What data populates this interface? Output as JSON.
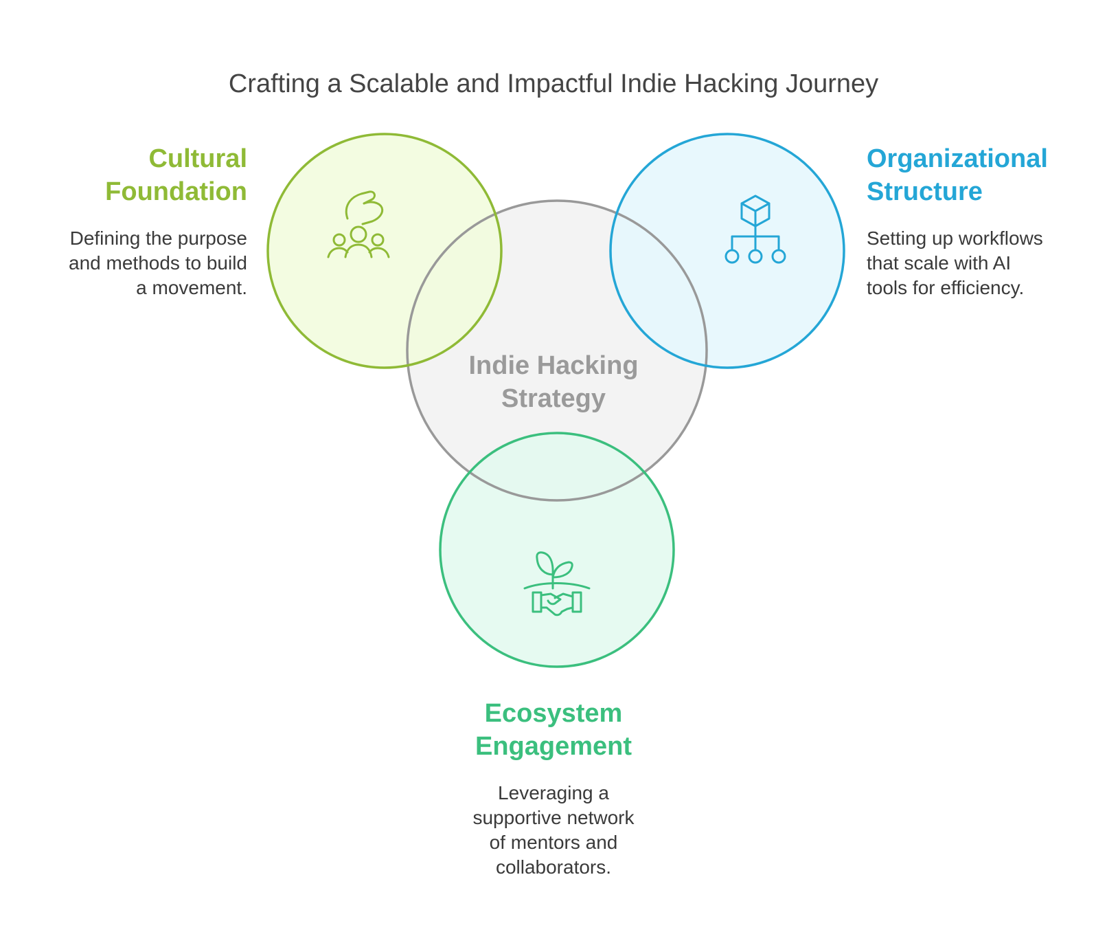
{
  "title": "Crafting a Scalable and Impactful Indie Hacking Journey",
  "center": {
    "label": "Indie Hacking Strategy",
    "line1": "Indie Hacking",
    "line2": "Strategy",
    "stroke": "#999999",
    "fill": "#f3f3f3"
  },
  "nodes": [
    {
      "id": "cultural",
      "heading_line1": "Cultural",
      "heading_line2": "Foundation",
      "desc_line1": "Defining the purpose",
      "desc_line2": "and methods to build",
      "desc_line3": "a movement.",
      "icon": "community-hand-icon",
      "color": "#8fba36",
      "fill": "#f1fbdc"
    },
    {
      "id": "organizational",
      "heading_line1": "Organizational",
      "heading_line2": "Structure",
      "desc_line1": "Setting up workflows",
      "desc_line2": "that scale with AI",
      "desc_line3": "tools for efficiency.",
      "icon": "hierarchy-cube-icon",
      "color": "#24a6d6",
      "fill": "#e4f7fd"
    },
    {
      "id": "ecosystem",
      "heading_line1": "Ecosystem",
      "heading_line2": "Engagement",
      "desc_line1": "Leveraging a",
      "desc_line2": "supportive network",
      "desc_line3": "of mentors and",
      "desc_line4": "collaborators.",
      "icon": "handshake-sprout-icon",
      "color": "#3bbf7e",
      "fill": "#e2f9ee"
    }
  ]
}
